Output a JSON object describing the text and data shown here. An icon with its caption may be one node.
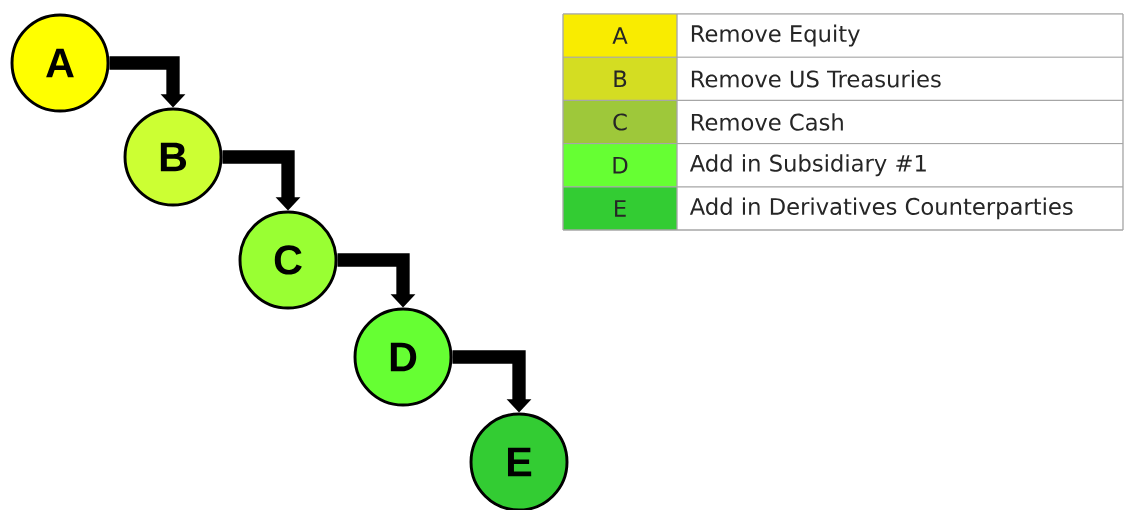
{
  "diagram": {
    "nodes": [
      {
        "text": [
          "A"
        ]
      },
      {
        "text": [
          "B"
        ]
      },
      {
        "text": [
          "C"
        ]
      },
      {
        "text": [
          "D"
        ]
      },
      {
        "text": [
          "E"
        ]
      }
    ],
    "edges": [
      {
        "from": 0,
        "to": 1,
        "arrow": "to"
      },
      {
        "from": 1,
        "to": 2,
        "arrow": "to"
      },
      {
        "from": 2,
        "to": 3,
        "arrow": "to"
      },
      {
        "from": 3,
        "to": 4,
        "arrow": "to"
      }
    ],
    "labels": [
      "A",
      "B",
      "C",
      "D",
      "E"
    ],
    "legend": [
      {
        "text": "Remove Equity",
        "color": "#f9ec00"
      },
      {
        "text": "Remove US Treasuries",
        "color": "#d4dd22"
      },
      {
        "text": "Remove Cash",
        "color": "#9ec83a"
      },
      {
        "text": "Add in Subsidiary #1",
        "color": "#66ff33"
      },
      {
        "text": "Add in Derivatives Counterparties",
        "color": "#33cc33"
      }
    ]
  }
}
